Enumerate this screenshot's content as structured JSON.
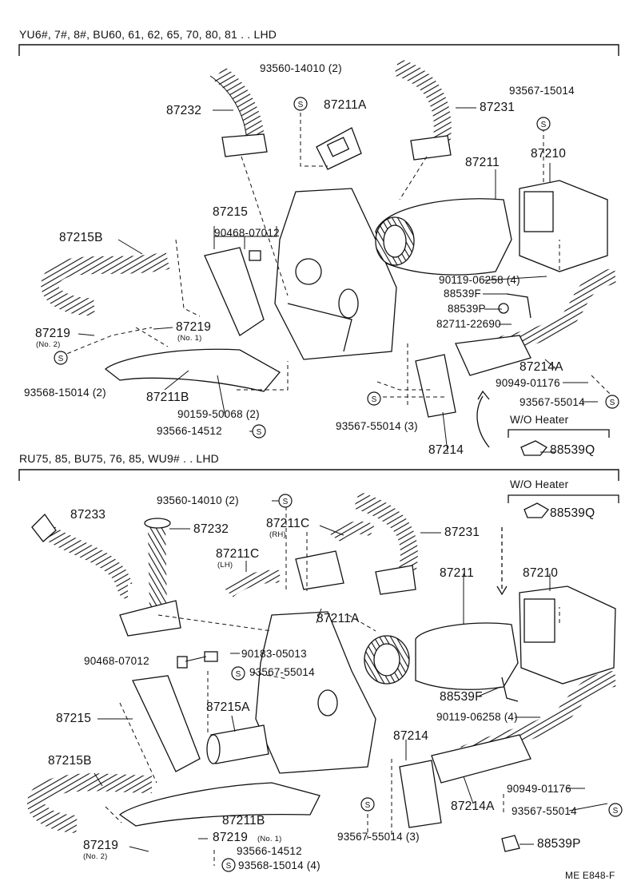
{
  "sections": [
    {
      "title": "YU6#, 7#, 8#, BU60, 61, 62, 65, 70, 80, 81 . . LHD",
      "labels": {
        "p87232": "87232",
        "p93560": "93560-14010 (2)",
        "p87211A": "87211A",
        "p87231": "87231",
        "p93567_15014": "93567-15014",
        "p87210": "87210",
        "p87211": "87211",
        "p87215": "87215",
        "p90468": "90468-07012",
        "p87215B": "87215B",
        "p87219a": "87219",
        "p87219a_sub": "(No. 2)",
        "p87219b": "87219",
        "p87219b_sub": "(No. 1)",
        "p93568": "93568-15014 (2)",
        "p87211B": "87211B",
        "p90159": "90159-50068 (2)",
        "p93566": "93566-14512",
        "p90119": "90119-06258 (4)",
        "p88539F": "88539F",
        "p88539P": "88539P",
        "p82711": "82711-22690",
        "p87214A": "87214A",
        "p90949": "90949-01176",
        "p93567_55014a": "93567-55014",
        "p93567_55014b": "93567-55014 (3)",
        "p87214": "87214",
        "woheater": "W/O Heater",
        "p88539Q": "88539Q"
      }
    },
    {
      "title": "RU75, 85, BU75, 76, 85, WU9# . . LHD",
      "labels": {
        "woheater": "W/O Heater",
        "p88539Q": "88539Q",
        "p93560": "93560-14010 (2)",
        "p87233": "87233",
        "p87232": "87232",
        "p87211C_rh": "87211C",
        "p87211C_rh_sub": "(RH)",
        "p87231": "87231",
        "p87211C_lh": "87211C",
        "p87211C_lh_sub": "(LH)",
        "p87211": "87211",
        "p87210": "87210",
        "p87211A": "87211A",
        "p90468": "90468-07012",
        "p90183": "90183-05013",
        "p93567_55014c": "93567-55014",
        "p88539F": "88539F",
        "p87215": "87215",
        "p87215A": "87215A",
        "p90119": "90119-06258 (4)",
        "p87214": "87214",
        "p87215B": "87215B",
        "p90949": "90949-01176",
        "p87214A": "87214A",
        "p93567_55014a": "93567-55014",
        "p87211B": "87211B",
        "p93567_55014b": "93567-55014 (3)",
        "p87219a": "87219",
        "p87219a_sub": "(No. 2)",
        "p87219b": "87219",
        "p87219b_sub": "(No. 1)",
        "p93566": "93566-14512",
        "p93568": "93568-15014 (4)",
        "p88539P": "88539P"
      }
    }
  ],
  "s_symbol": "S",
  "footer_code": "ME E848-F"
}
